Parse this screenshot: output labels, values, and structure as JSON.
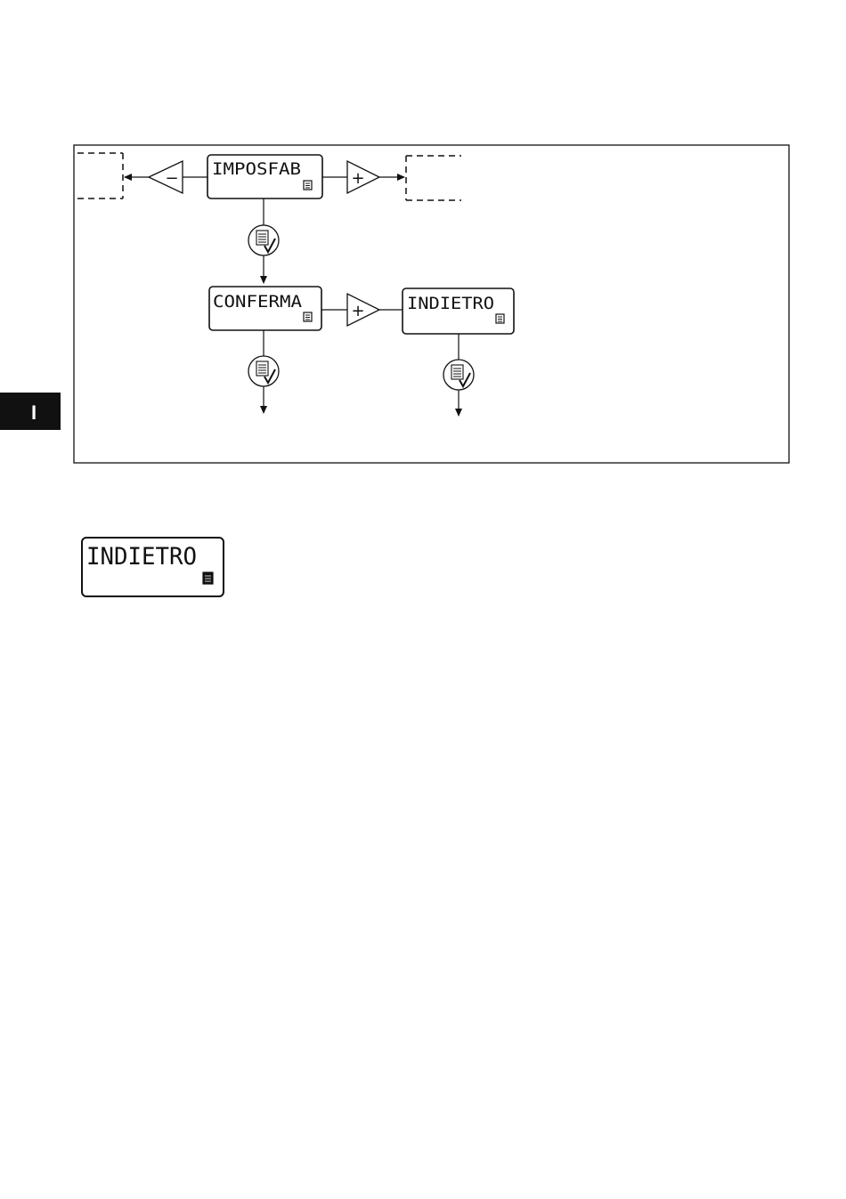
{
  "side_tab": {
    "label": "I"
  },
  "flow": {
    "screen_top": {
      "text": "IMPOSFAB"
    },
    "screen_confirm": {
      "text": "CONFERMA"
    },
    "screen_back": {
      "text": "INDIETRO"
    },
    "minus_symbol": "−",
    "plus_symbol": "+"
  },
  "standalone_display": {
    "text": "INDIETRO"
  },
  "icons": [
    "menu-indicator-icon",
    "confirm-menu-icon",
    "minus-button-icon",
    "plus-button-icon"
  ]
}
